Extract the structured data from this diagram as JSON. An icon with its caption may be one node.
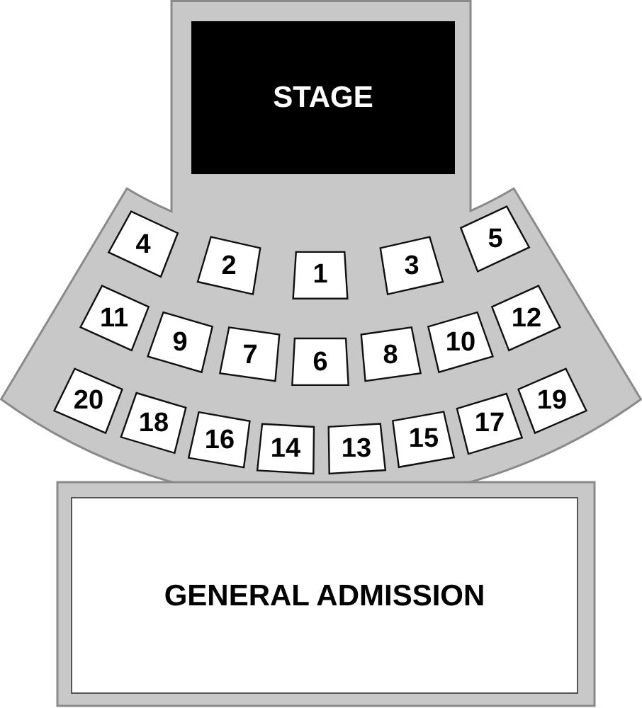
{
  "diagram": {
    "nodes": [
      {
        "text": [
          "STAGE"
        ]
      },
      {
        "text": [
          "4"
        ]
      },
      {
        "text": [
          "2"
        ]
      },
      {
        "text": [
          "1"
        ]
      },
      {
        "text": [
          "3"
        ]
      },
      {
        "text": [
          "5"
        ]
      },
      {
        "text": [
          "11"
        ]
      },
      {
        "text": [
          "9"
        ]
      },
      {
        "text": [
          "7"
        ]
      },
      {
        "text": [
          "6"
        ]
      },
      {
        "text": [
          "8"
        ]
      },
      {
        "text": [
          "10"
        ]
      },
      {
        "text": [
          "12"
        ]
      },
      {
        "text": [
          "20"
        ]
      },
      {
        "text": [
          "18"
        ]
      },
      {
        "text": [
          "16"
        ]
      },
      {
        "text": [
          "14"
        ]
      },
      {
        "text": [
          "13"
        ]
      },
      {
        "text": [
          "15"
        ]
      },
      {
        "text": [
          "17"
        ]
      },
      {
        "text": [
          "19"
        ]
      },
      {
        "text": [
          "GENERAL ADMISSION"
        ]
      }
    ]
  }
}
